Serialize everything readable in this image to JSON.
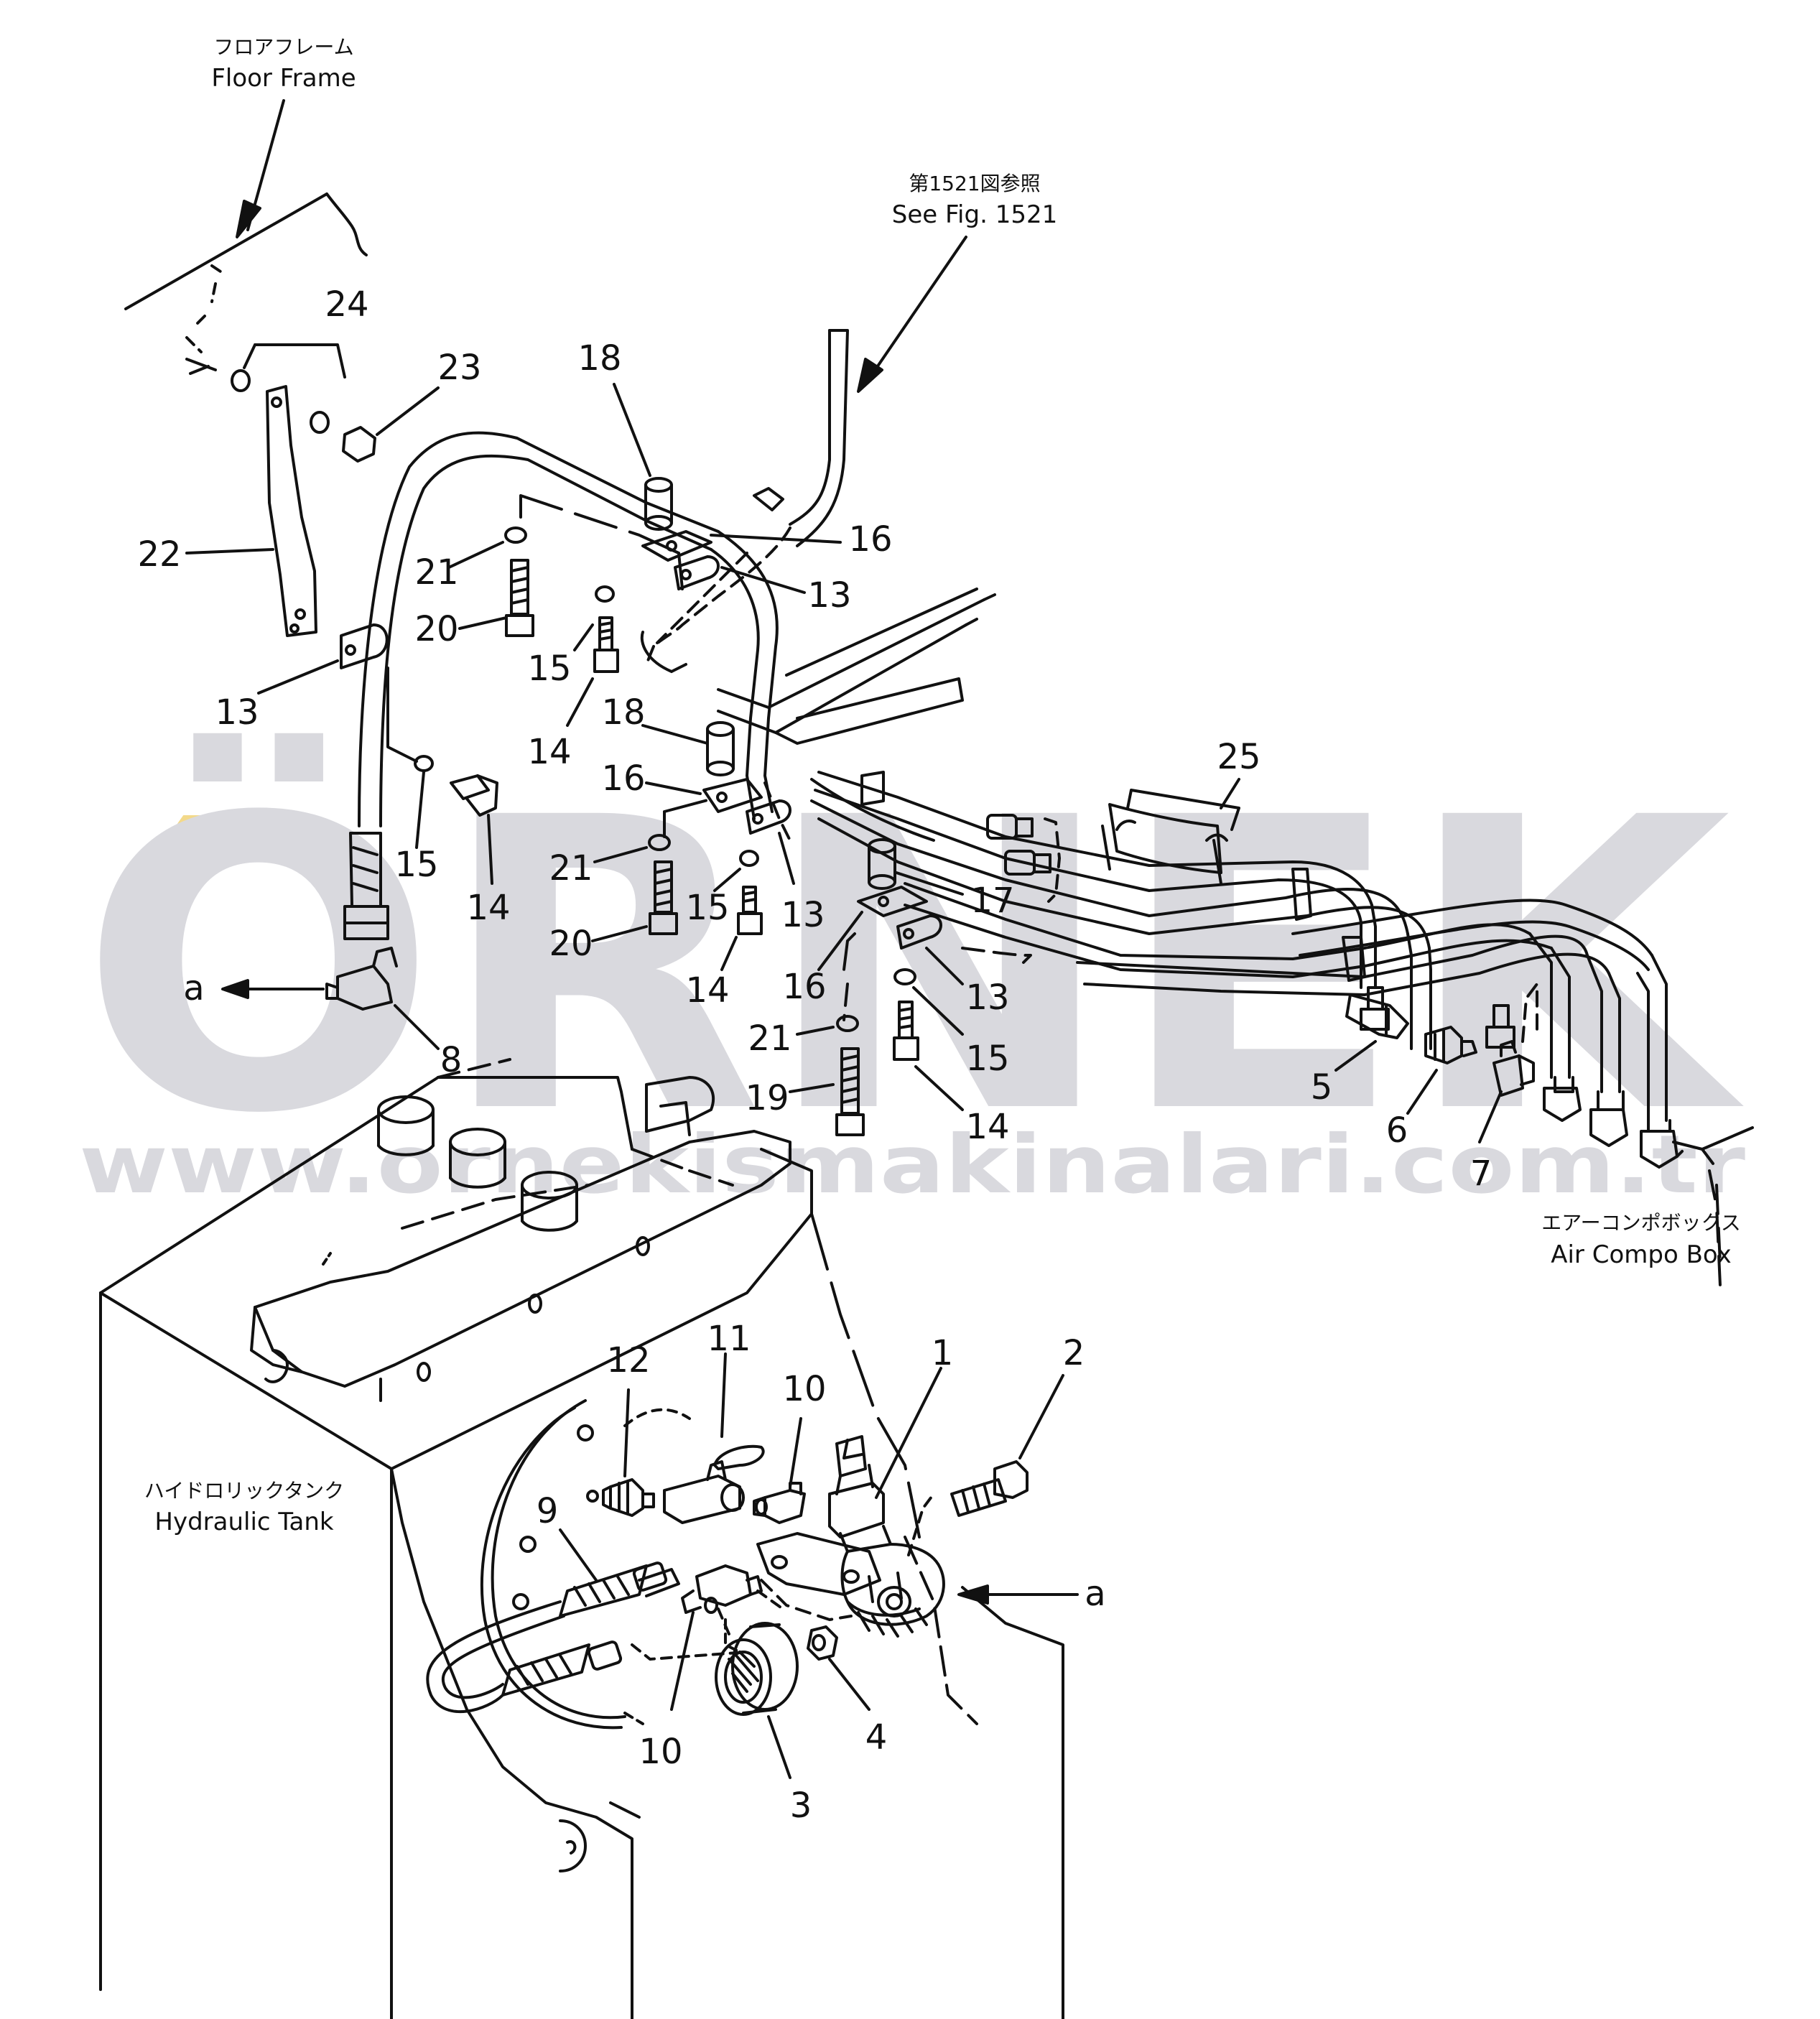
{
  "watermark": {
    "word": "ÖRNEK",
    "url": "www.ornekismakinalari.com.tr",
    "accent_color": "#f3d98a",
    "text_color": "#d9d9de"
  },
  "labels": {
    "floor_frame_jp": "フロアフレーム",
    "floor_frame_en": "Floor Frame",
    "see_fig_jp": "第1521図参照",
    "see_fig_en": "See Fig. 1521",
    "air_compo_box_jp": "エアーコンポボックス",
    "air_compo_box_en": "Air Compo Box",
    "hydraulic_tank_jp": "ハイドロリックタンク",
    "hydraulic_tank_en": "Hydraulic Tank",
    "ref_a_left": "a",
    "ref_a_right": "a"
  },
  "part_numbers": {
    "p24": "24",
    "p23": "23",
    "p22": "22",
    "p21a": "21",
    "p20a": "20",
    "p13a": "13",
    "p18a": "18",
    "p16a": "16",
    "p13b": "13",
    "p15a": "15",
    "p14a": "14",
    "p18b": "18",
    "p16b": "16",
    "p15b": "15",
    "p14b": "14",
    "p21b": "21",
    "p20b": "20",
    "p15c": "15",
    "p13c": "13",
    "p14c": "14",
    "p25": "25",
    "p17": "17",
    "p16c": "16",
    "p13d": "13",
    "p21c": "21",
    "p15d": "15",
    "p19": "19",
    "p14d": "14",
    "p8": "8",
    "p5": "5",
    "p6": "6",
    "p7": "7",
    "p1": "1",
    "p2": "2",
    "p12": "12",
    "p11": "11",
    "p10a": "10",
    "p9": "9",
    "p10b": "10",
    "p4": "4",
    "p3": "3"
  }
}
